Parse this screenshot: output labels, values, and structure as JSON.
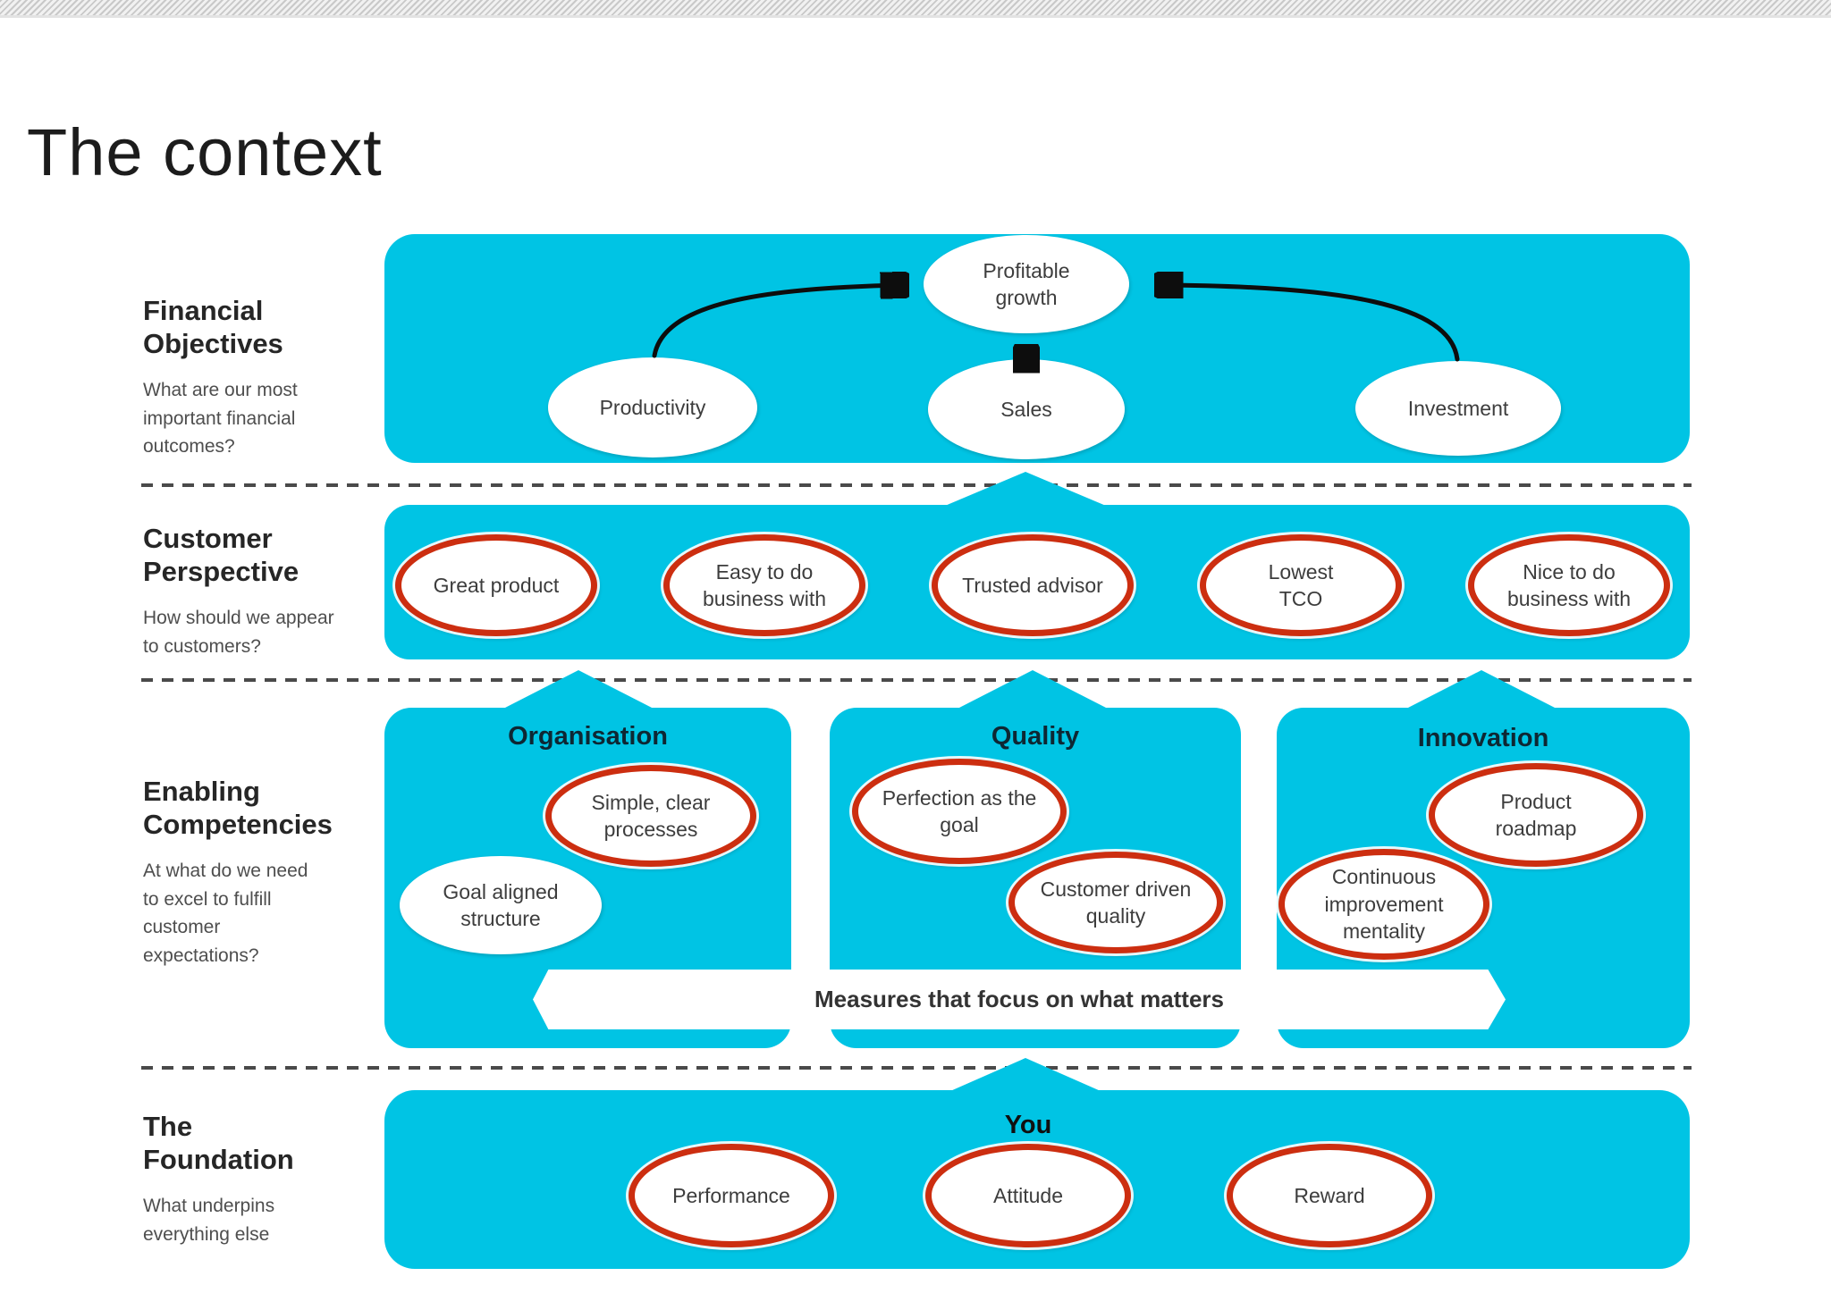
{
  "slide": {
    "title": "The context"
  },
  "colors": {
    "band_cyan": "#00c4e4",
    "node_ring_red": "#cc2e10",
    "group_header": "#0e2733",
    "divider_gray": "#4a4a4a"
  },
  "rows": [
    {
      "label": "Financial\nObjectives",
      "question": "What are our most\nimportant financial\noutcomes?",
      "nodes": [
        "Profitable\ngrowth",
        "Productivity",
        "Sales",
        "Investment"
      ]
    },
    {
      "label": "Customer\nPerspective",
      "question": "How should we appear\nto customers?",
      "nodes": [
        "Great product",
        "Easy to do\nbusiness with",
        "Trusted advisor",
        "Lowest\nTCO",
        "Nice to do\nbusiness with"
      ]
    },
    {
      "label": "Enabling\nCompetencies",
      "question": "At what do we need\nto excel to fulfill\ncustomer\nexpectations?",
      "groups": [
        {
          "title": "Organisation",
          "nodes": [
            "Simple, clear\nprocesses",
            "Goal aligned\nstructure"
          ]
        },
        {
          "title": "Quality",
          "nodes": [
            "Perfection as the\ngoal",
            "Customer driven\nquality"
          ]
        },
        {
          "title": "Innovation",
          "nodes": [
            "Product\nroadmap",
            "Continuous\nimprovement\nmentality"
          ]
        }
      ],
      "banner": "Measures that focus on what matters"
    },
    {
      "label": "The\nFoundation",
      "question": "What underpins\neverything else",
      "center_label": "You",
      "nodes": [
        "Performance",
        "Attitude",
        "Reward"
      ]
    }
  ]
}
